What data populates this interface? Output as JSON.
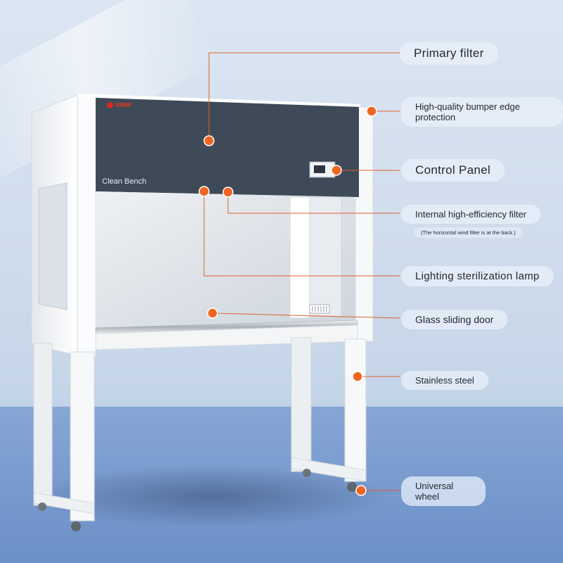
{
  "machine": {
    "front_text": "Clean Bench",
    "colors": {
      "frame": "#f4f6f8",
      "panel": "#3e4a58",
      "glass": "#dfe4ea",
      "accent_dot": "#f06522",
      "logo": "#d9281f"
    }
  },
  "callouts": [
    {
      "text": "Primary filter"
    },
    {
      "text": "High-quality bumper edge protection"
    },
    {
      "text": "Control Panel"
    },
    {
      "text": "Internal high-efficiency filter"
    },
    {
      "text": "(The horizontal wind filter is at the back.)"
    },
    {
      "text": "Lighting sterilization lamp"
    },
    {
      "text": "Glass sliding door"
    },
    {
      "text": "Stainless steel"
    },
    {
      "text": "Universal wheel"
    }
  ]
}
